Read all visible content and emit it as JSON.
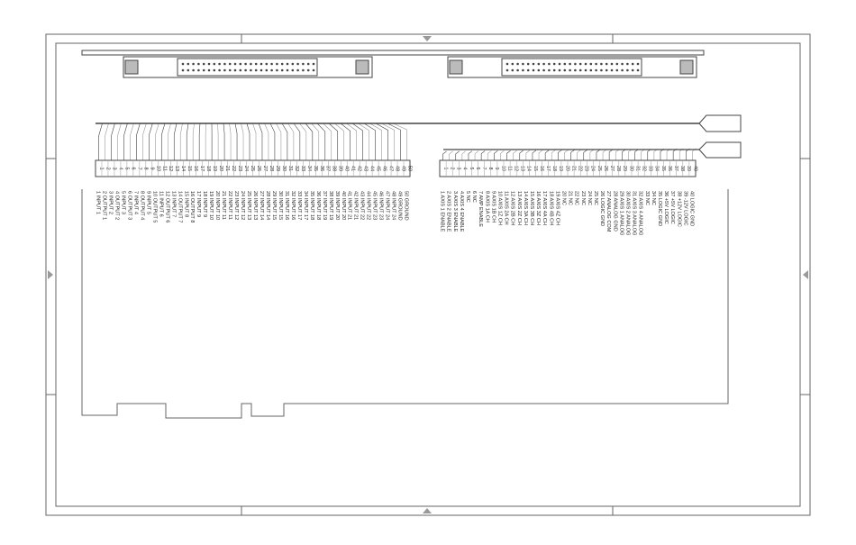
{
  "connector_a": {
    "pin_numbers": [
      "1",
      "2",
      "3",
      "4",
      "5",
      "6",
      "7",
      "8",
      "9",
      "10",
      "11",
      "12",
      "13",
      "14",
      "15",
      "16",
      "17",
      "18",
      "19",
      "20",
      "21",
      "22",
      "23",
      "24",
      "25",
      "26",
      "27",
      "28",
      "29",
      "30",
      "31",
      "32",
      "33",
      "34",
      "35",
      "36",
      "37",
      "38",
      "39",
      "40",
      "41",
      "42",
      "43",
      "44",
      "45",
      "46",
      "47",
      "48",
      "49",
      "50"
    ],
    "signals": [
      "1 INPUT 1",
      "2 OUTPUT 1",
      "3 INPUT 2",
      "4 OUTPUT 2",
      "5 INPUT 3",
      "6 OUTPUT 3",
      "7 INPUT 4",
      "8 OUTPUT 4",
      "9 INPUT 5",
      "10 OUTPUT 5",
      "11 INPUT 6",
      "12 OUTPUT 6",
      "13 INPUT 7",
      "14 OUTPUT 7",
      "15 INPUT 8",
      "16 OUTPUT 8",
      "17 INPUT 9",
      "18 INPUT 9",
      "19 INPUT 10",
      "20 INPUT 10",
      "21 INPUT 11",
      "22 INPUT 11",
      "23 INPUT 12",
      "24 INPUT 12",
      "25 INPUT 13",
      "26 INPUT 13",
      "27 INPUT 14",
      "28 INPUT 14",
      "29 INPUT 15",
      "30 INPUT 15",
      "31 INPUT 16",
      "32 INPUT 16",
      "33 INPUT 17",
      "34 INPUT 17",
      "35 INPUT 18",
      "36 INPUT 18",
      "37 INPUT 19",
      "38 INPUT 19",
      "39 INPUT 20",
      "40 INPUT 20",
      "41 INPUT 21",
      "42 INPUT 21",
      "43 INPUT 22",
      "44 INPUT 22",
      "45 INPUT 23",
      "46 INPUT 23",
      "47 INPUT 24",
      "48 INPUT 24",
      "49 GROUND",
      "50 GROUND"
    ]
  },
  "connector_b": {
    "pin_numbers": [
      "1",
      "2",
      "3",
      "4",
      "5",
      "6",
      "7",
      "8",
      "9",
      "10",
      "11",
      "12",
      "13",
      "14",
      "15",
      "16",
      "17",
      "18",
      "19",
      "20",
      "21",
      "22",
      "23",
      "24",
      "25",
      "26",
      "27",
      "28",
      "29",
      "30",
      "31",
      "32",
      "33",
      "34",
      "35",
      "36",
      "37",
      "38",
      "39",
      "40"
    ],
    "signals": [
      "1 AXIS 1 ENABLE",
      "2 AXIS 2 ENABLE",
      "3 AXIS 3 ENABLE",
      "4 AXIS 4 ENABLE",
      "5 NC",
      "6 NC",
      "7 AMP ENABLE",
      "8 AXIS 1A CH",
      "9 AXIS 1B CH",
      "10 AXIS 1Z CH",
      "11 AXIS 2A CH",
      "12 AXIS 2B CH",
      "13 AXIS 2Z CH",
      "14 AXIS 3A CH",
      "15 AXIS 3B CH",
      "16 AXIS 3Z CH",
      "17 AXIS 4A CH",
      "18 AXIS 4B CH",
      "19 AXIS 4Z CH",
      "20 NC",
      "21 NC",
      "22 NC",
      "23 NC",
      "24 NC",
      "25 NC",
      "26 LOGIC GND",
      "27 ANALOG COM",
      "28 ANALOG GND",
      "29 AXIS 1 ANALOG",
      "30 AXIS 2 ANALOG",
      "31 AXIS 3 ANALOG",
      "32 AXIS 4 ANALOG",
      "33 NC",
      "34 NC",
      "35 LOGIC GND",
      "36 +5V LOGIC",
      "37 +5V LOGIC",
      "38 +12V LOGIC",
      "39 -12V LOGIC",
      "40 LOGIC GND"
    ]
  },
  "colors": {
    "line": "#444444",
    "light_line": "#9a9a9a",
    "text": "#222222",
    "background": "#ffffff"
  }
}
